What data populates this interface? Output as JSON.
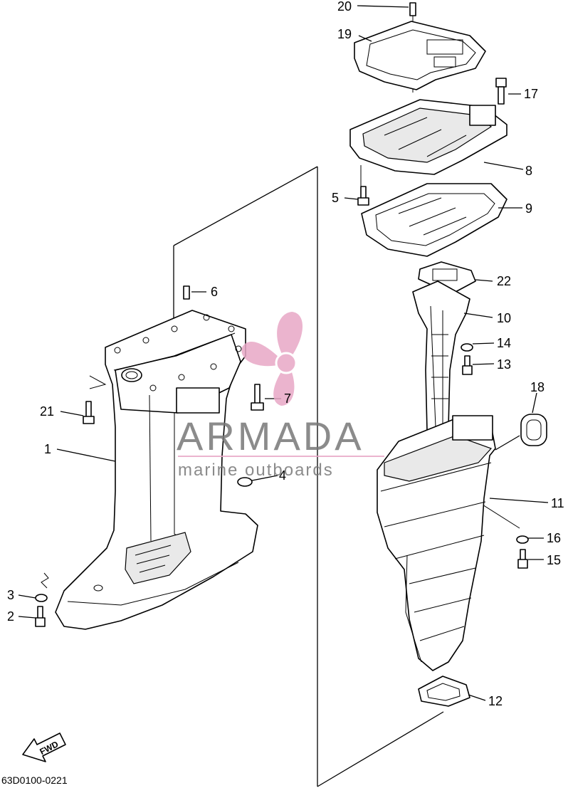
{
  "diagram_code": "63D0100-0221",
  "fwd_label": "FWD",
  "watermark": {
    "brand": "ARMADA",
    "tagline": "marine outboards",
    "accent_color": "#e8a7c6",
    "text_color": "#777777"
  },
  "callouts": {
    "c1": "1",
    "c2": "2",
    "c3": "3",
    "c4": "4",
    "c5": "5",
    "c6": "6",
    "c7": "7",
    "c8": "8",
    "c9": "9",
    "c10": "10",
    "c11": "11",
    "c12": "12",
    "c13": "13",
    "c14": "14",
    "c15": "15",
    "c16": "16",
    "c17": "17",
    "c18": "18",
    "c19": "19",
    "c20": "20",
    "c21": "21",
    "c22": "22"
  }
}
